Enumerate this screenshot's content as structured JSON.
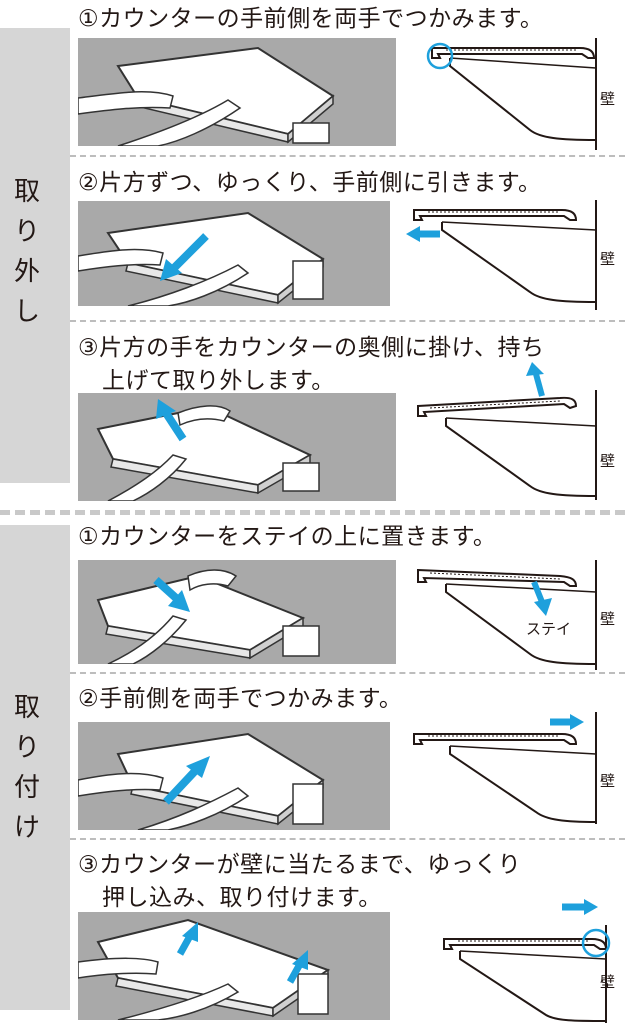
{
  "sections": [
    {
      "side_label": [
        "取",
        "り",
        "外",
        "し"
      ],
      "steps": [
        {
          "num": "①",
          "lines": [
            "カウンターの手前側を両手でつかみます。"
          ],
          "wall": "壁"
        },
        {
          "num": "②",
          "lines": [
            "片方ずつ、ゆっくり、手前側に引きます。"
          ],
          "wall": "壁"
        },
        {
          "num": "③",
          "lines": [
            "片方の手をカウンターの奥側に掛け、持ち",
            "上げて取り外します。"
          ],
          "wall": "壁"
        }
      ]
    },
    {
      "side_label": [
        "取",
        "り",
        "付",
        "け"
      ],
      "steps": [
        {
          "num": "①",
          "lines": [
            "カウンターをステイの上に置きます。"
          ],
          "wall": "壁",
          "stay_label": "ステイ"
        },
        {
          "num": "②",
          "lines": [
            "手前側を両手でつかみます。"
          ],
          "wall": "壁"
        },
        {
          "num": "③",
          "lines": [
            "カウンターが壁に当たるまで、ゆっくり",
            "押し込み、取り付けます。"
          ],
          "wall": "壁"
        }
      ]
    }
  ],
  "colors": {
    "arrow": "#1ea0dc",
    "panel": "#d6d6d6",
    "photo": "#a9a9a9"
  }
}
